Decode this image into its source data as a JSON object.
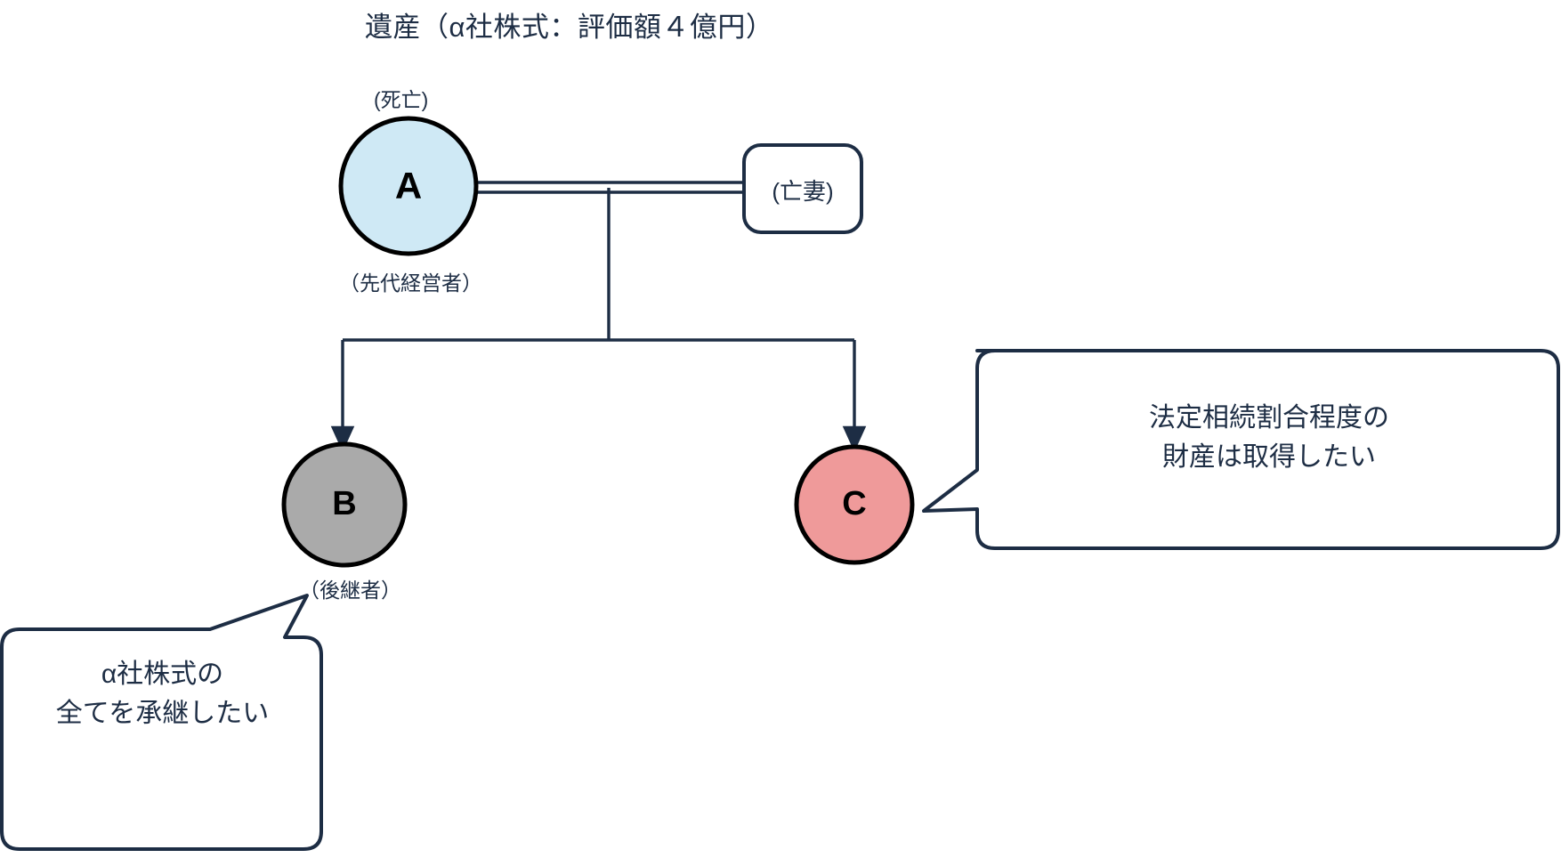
{
  "diagram": {
    "title": "遺産（α社株式：評価額４億円）",
    "type": "family-inheritance-tree",
    "colors": {
      "stroke": "#1d2d44",
      "node_border": "#000000",
      "node_a_fill": "#cfe9f5",
      "node_b_fill": "#aaaaaa",
      "node_c_fill": "#ef9a9a",
      "text": "#1d2d44",
      "background": "#ffffff"
    },
    "nodes": [
      {
        "id": "A",
        "letter": "A",
        "label_above": "(死亡)",
        "label_below": "（先代経営者）",
        "fill": "#cfe9f5",
        "shape": "circle"
      },
      {
        "id": "B",
        "letter": "B",
        "label_above": "",
        "label_below": "（後継者）",
        "fill": "#aaaaaa",
        "shape": "circle"
      },
      {
        "id": "C",
        "letter": "C",
        "label_above": "",
        "label_below": "",
        "fill": "#ef9a9a",
        "shape": "circle"
      }
    ],
    "spouse_box": {
      "label": "(亡妻)",
      "shape": "rounded-rect"
    },
    "bubbles": [
      {
        "id": "bubble-b",
        "owner": "B",
        "lines": [
          "α社株式の",
          "全てを承継したい"
        ]
      },
      {
        "id": "bubble-c",
        "owner": "C",
        "lines": [
          "法定相続割合程度の",
          "財産は取得したい"
        ]
      }
    ]
  }
}
